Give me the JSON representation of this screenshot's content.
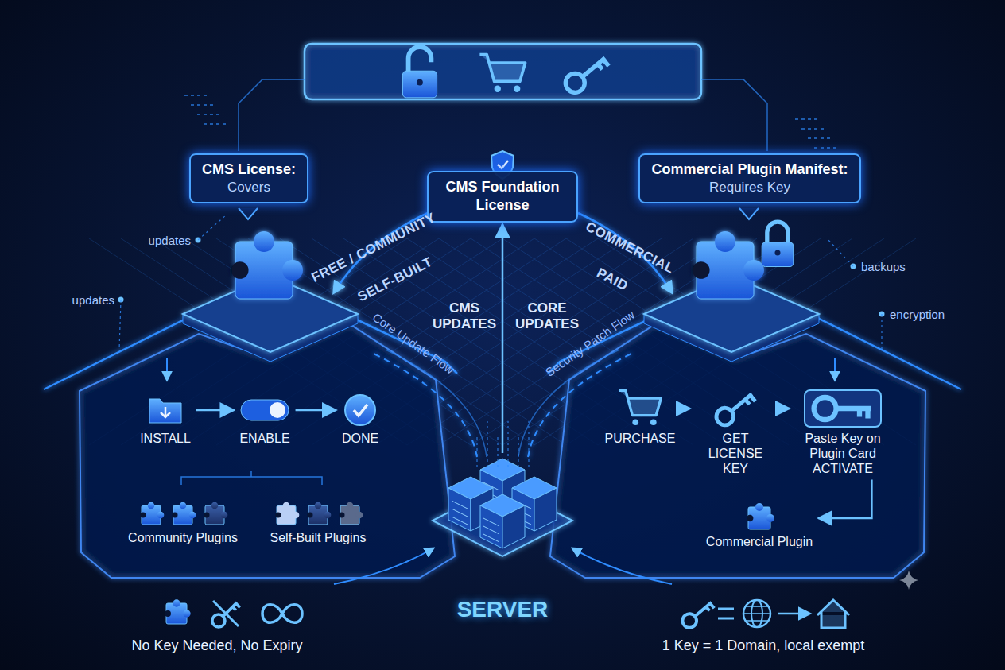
{
  "diagram": {
    "nodes": [
      {
        "text": [
          "CMS License:",
          "Covers"
        ]
      },
      {
        "text": [
          "CMS Foundation License"
        ]
      },
      {
        "text": [
          "Commercial Plugin Manifest:",
          "Requires Key"
        ]
      },
      {
        "text": [
          "INSTALL"
        ]
      },
      {
        "text": [
          "ENABLE"
        ]
      },
      {
        "text": [
          "DONE"
        ]
      },
      {
        "text": [
          "Community Plugins"
        ]
      },
      {
        "text": [
          "Self-Built Plugins"
        ]
      },
      {
        "text": [
          "PURCHASE"
        ]
      },
      {
        "text": [
          "GET LICENSE KEY"
        ]
      },
      {
        "text": [
          "Paste Key on Plugin Card ACTIVATE"
        ]
      },
      {
        "text": [
          "Commercial Plugin"
        ]
      },
      {
        "text": [
          "SERVER"
        ]
      }
    ],
    "edges": [
      {
        "from": 3,
        "to": 4,
        "arrow": "to"
      },
      {
        "from": 4,
        "to": 5,
        "arrow": "to"
      },
      {
        "from": 8,
        "to": 9,
        "arrow": "to"
      },
      {
        "from": 9,
        "to": 10,
        "arrow": "to"
      },
      {
        "from": 10,
        "to": 11,
        "arrow": "to"
      },
      {
        "from": 12,
        "to": 1,
        "arrow": "to"
      }
    ],
    "labels": [
      "updates",
      "updates",
      "backups",
      "encryption",
      "FREE / COMMUNITY",
      "SELF-BUILT",
      "COMMERCIAL",
      "PAID",
      "CMS UPDATES",
      "CORE UPDATES",
      "Core Update Flow",
      "Security Patch Flow",
      "No Key Needed, No Expiry",
      "1 Key = 1 Domain, local exempt"
    ]
  }
}
